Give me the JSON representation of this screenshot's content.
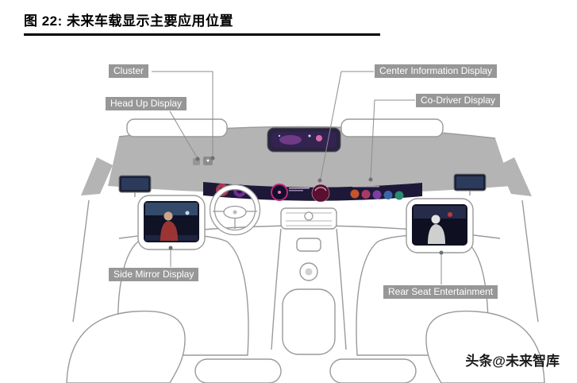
{
  "figure": {
    "title": "图 22:  未来车载显示主要应用位置"
  },
  "callouts": {
    "cluster": "Cluster",
    "head_up_display": "Head Up Display",
    "center_information_display": "Center Information Display",
    "co_driver_display": "Co-Driver Display",
    "side_mirror_display": "Side Mirror Display",
    "rear_seat_entertainment": "Rear Seat Entertainment"
  },
  "watermark": "头条@未来智库",
  "colors": {
    "callout_bg": "#979797",
    "callout_text": "#ffffff",
    "title_color": "#000000",
    "rule_color": "#000000",
    "glass_gray": "#b4b4b4",
    "line_gray": "#9a9a9a",
    "display_dark": "#1d1838",
    "accent_magenta": "#c2277b",
    "accent_red": "#b03550"
  }
}
